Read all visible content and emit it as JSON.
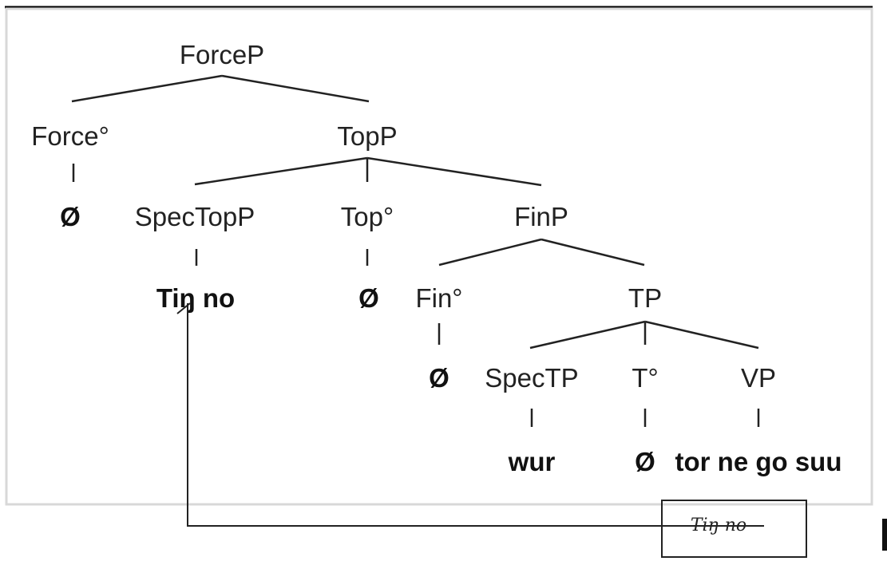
{
  "tree": {
    "forcep": "ForceP",
    "force_head": "Force°",
    "force_value": "Ø",
    "topp": "TopP",
    "spec_topp": "SpecTopP",
    "spec_topp_value": "Tiŋ no",
    "top_head": "Top°",
    "top_value": "Ø",
    "finp": "FinP",
    "fin_head": "Fin°",
    "fin_value": "Ø",
    "tp": "TP",
    "spec_tp": "SpecTP",
    "spec_tp_value": "wur",
    "t_head": "T°",
    "t_value": "Ø",
    "vp": "VP",
    "vp_value": "tor ne go suu"
  },
  "trace": {
    "text": "Tiŋ no"
  }
}
